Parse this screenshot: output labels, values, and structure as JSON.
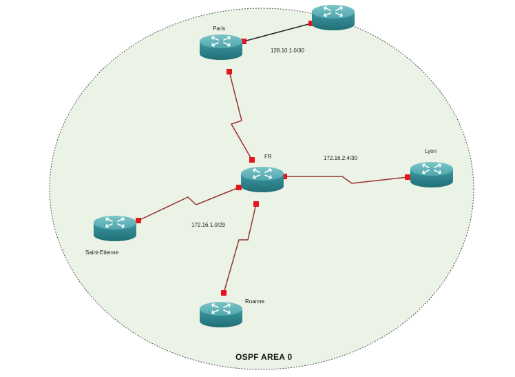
{
  "area_label": "OSPF AREA 0",
  "colors": {
    "area_fill": "#eaf3e6",
    "area_border": "#4a4a4a",
    "serial_link": "#9a2f2f",
    "ethernet_link": "#222222",
    "interface_dot": "#e8141b",
    "router_top": "#5fb3b8",
    "router_side": "#2e8a92"
  },
  "routers": [
    {
      "id": "paris",
      "label": "Paris",
      "icon": "router-icon"
    },
    {
      "id": "isp",
      "label": "",
      "icon": "router-icon"
    },
    {
      "id": "fr",
      "label": "FR",
      "icon": "router-icon"
    },
    {
      "id": "lyon",
      "label": "Lyon",
      "icon": "router-icon"
    },
    {
      "id": "saint-etienne",
      "label": "Saint-Etienne",
      "icon": "router-icon"
    },
    {
      "id": "roanne",
      "label": "Roanne",
      "icon": "router-icon"
    }
  ],
  "links": [
    {
      "from": "paris",
      "to": "isp",
      "type": "ethernet",
      "label": "128.10.1.0/30"
    },
    {
      "from": "paris",
      "to": "fr",
      "type": "serial",
      "label": ""
    },
    {
      "from": "fr",
      "to": "lyon",
      "type": "serial",
      "label": "172.16.2.4/30"
    },
    {
      "from": "fr",
      "to": "saint-etienne",
      "type": "serial",
      "label": "172.16.1.0/29"
    },
    {
      "from": "fr",
      "to": "roanne",
      "type": "serial",
      "label": ""
    }
  ]
}
